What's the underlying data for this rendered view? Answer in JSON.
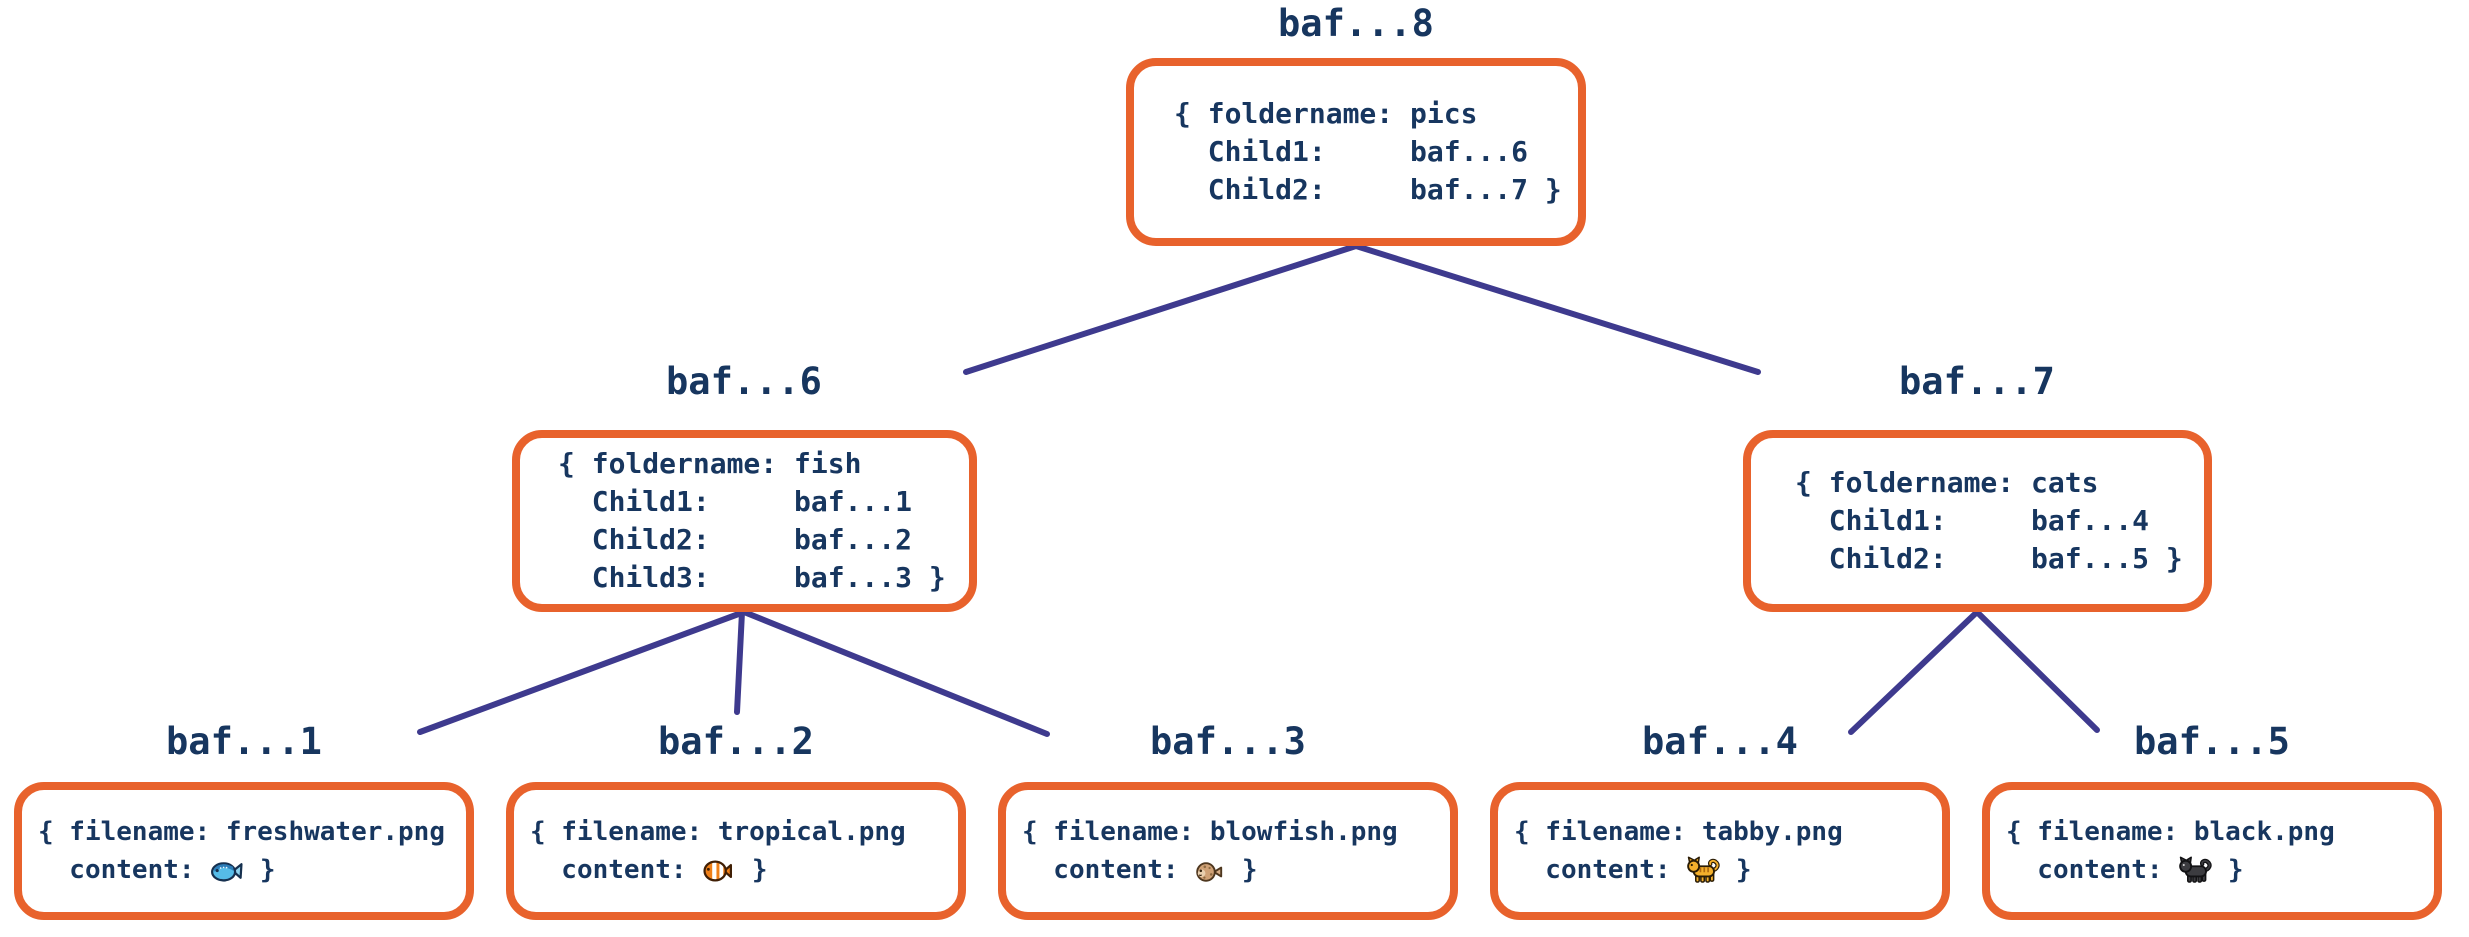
{
  "colors": {
    "box_border": "#E8622C",
    "edge": "#3E3A8E",
    "text": "#17365F"
  },
  "nodes": {
    "root": {
      "title": "baf...8",
      "lines": [
        "{ foldername: pics",
        "  Child1:     baf...6",
        "  Child2:     baf...7 }"
      ]
    },
    "fish_folder": {
      "title": "baf...6",
      "lines": [
        "{ foldername: fish",
        "  Child1:     baf...1",
        "  Child2:     baf...2",
        "  Child3:     baf...3 }"
      ]
    },
    "cats_folder": {
      "title": "baf...7",
      "lines": [
        "{ foldername: cats",
        "  Child1:     baf...4",
        "  Child2:     baf...5 }"
      ]
    },
    "freshwater": {
      "title": "baf...1",
      "line1": "{ filename: freshwater.png",
      "content_label": "  content: ",
      "closing": " }",
      "icon": "freshwater-fish-icon"
    },
    "tropical": {
      "title": "baf...2",
      "line1": "{ filename: tropical.png",
      "content_label": "  content: ",
      "closing": " }",
      "icon": "tropical-fish-icon"
    },
    "blowfish": {
      "title": "baf...3",
      "line1": "{ filename: blowfish.png",
      "content_label": "  content: ",
      "closing": " }",
      "icon": "blowfish-icon"
    },
    "tabby": {
      "title": "baf...4",
      "line1": "{ filename: tabby.png",
      "content_label": "  content: ",
      "closing": " }",
      "icon": "tabby-cat-icon"
    },
    "black": {
      "title": "baf...5",
      "line1": "{ filename: black.png",
      "content_label": "  content: ",
      "closing": " }",
      "icon": "black-cat-icon"
    }
  }
}
